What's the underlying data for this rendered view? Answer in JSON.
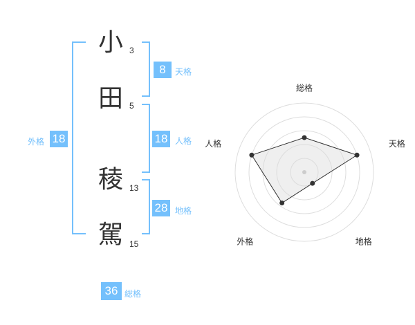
{
  "characters": [
    {
      "char": "小",
      "strokes": "3"
    },
    {
      "char": "田",
      "strokes": "5"
    },
    {
      "char": "稜",
      "strokes": "13"
    },
    {
      "char": "駕",
      "strokes": "15"
    }
  ],
  "kakusu": {
    "ten": {
      "value": "8",
      "label": "天格"
    },
    "jin": {
      "value": "18",
      "label": "人格"
    },
    "chi": {
      "value": "28",
      "label": "地格"
    },
    "gai": {
      "value": "18",
      "label": "外格"
    },
    "sou": {
      "value": "36",
      "label": "総格"
    }
  },
  "colors": {
    "accent": "#74c0fc",
    "text": "#333333"
  },
  "chart_data": {
    "type": "radar",
    "categories": [
      "総格",
      "天格",
      "地格",
      "外格",
      "人格"
    ],
    "values": [
      0.5,
      0.8,
      0.2,
      0.55,
      0.8
    ],
    "range": [
      0,
      1
    ],
    "rings": 5
  }
}
